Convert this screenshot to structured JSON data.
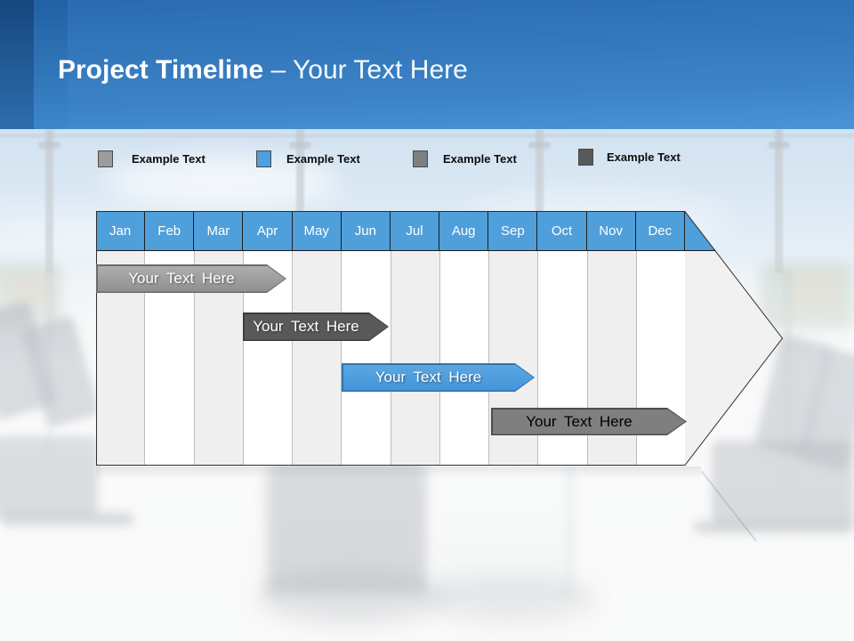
{
  "header": {
    "title_primary": "Project Timeline",
    "title_separator": " – ",
    "title_secondary": "Your Text Here"
  },
  "legend": {
    "items": [
      {
        "label": "Example Text",
        "color": "#9c9c9c"
      },
      {
        "label": "Example Text",
        "color": "#4f9edd"
      },
      {
        "label": "Example Text",
        "color": "#7f7f7f"
      },
      {
        "label": "Example Text",
        "color": "#595959"
      }
    ]
  },
  "timeline": {
    "months": [
      "Jan",
      "Feb",
      "Mar",
      "Apr",
      "May",
      "Jun",
      "Jul",
      "Aug",
      "Sep",
      "Oct",
      "Nov",
      "Dec"
    ],
    "header_color": "#4f9fdb",
    "bars": [
      {
        "label": "Your Text Here",
        "start": "Jan",
        "end": "Mar",
        "fill": "#9c9c9c",
        "border": "#6a6a6a",
        "text": "#ffffff"
      },
      {
        "label": "Your Text Here",
        "start": "Apr",
        "end": "Jun",
        "fill": "#595959",
        "border": "#3d3d3d",
        "text": "#ffffff"
      },
      {
        "label": "Your Text Here",
        "start": "Jun",
        "end": "Sep",
        "fill": "#4f9edd",
        "border": "#2e74ae",
        "text": "#ffffff"
      },
      {
        "label": "Your Text Here",
        "start": "Sep",
        "end": "Dec",
        "fill": "#7f7f7f",
        "border": "#4d4d4d",
        "text": "#000000"
      }
    ]
  }
}
